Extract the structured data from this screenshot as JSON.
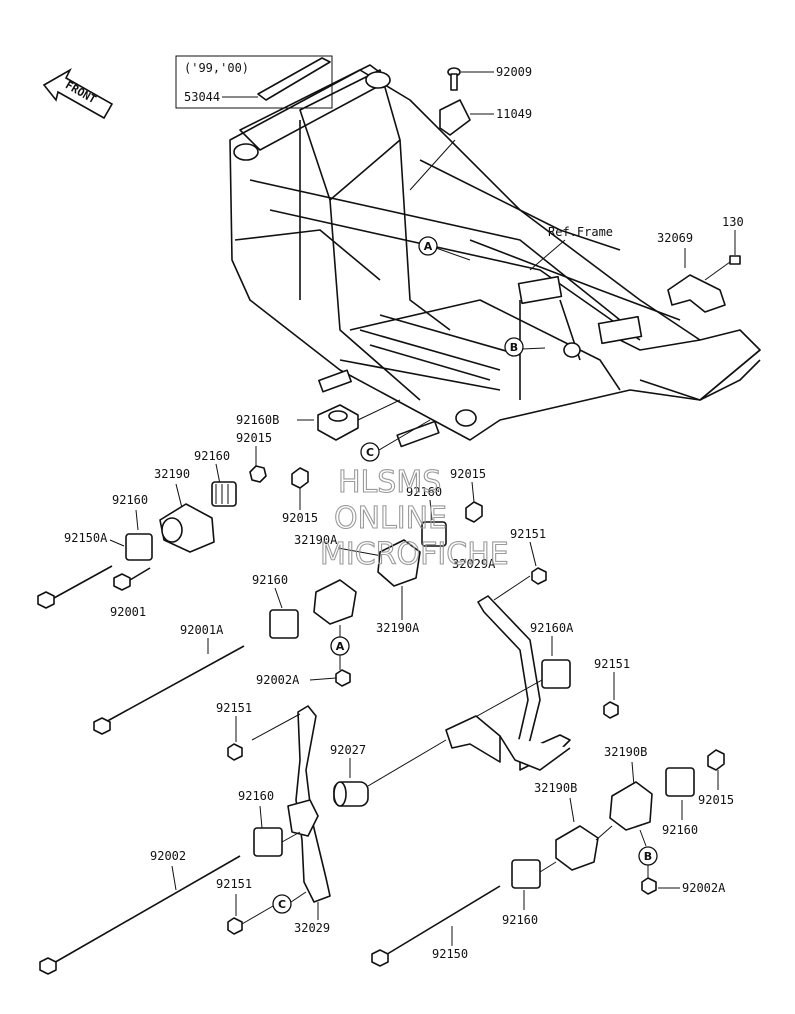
{
  "front_label": "FRONT",
  "year_note": "('99,'00)",
  "ref_frame": "Ref.Frame",
  "watermark": [
    "HLSMS",
    "ONLINE",
    "MICROFICHE"
  ],
  "part_labels": [
    "53044",
    "92009",
    "11049",
    "130",
    "32069",
    "92160B",
    "92015",
    "92160",
    "32190",
    "92160",
    "92015",
    "92150A",
    "92001",
    "92015",
    "92160",
    "32190A",
    "92160",
    "32190A",
    "92151",
    "32029A",
    "92001A",
    "92160A",
    "92002A",
    "92151",
    "92151",
    "92027",
    "32190B",
    "92160",
    "92015",
    "32190B",
    "92160",
    "92002",
    "92002A",
    "92151",
    "32029",
    "92160",
    "92150"
  ],
  "callouts": [
    "A",
    "B",
    "C",
    "A",
    "B",
    "C"
  ]
}
